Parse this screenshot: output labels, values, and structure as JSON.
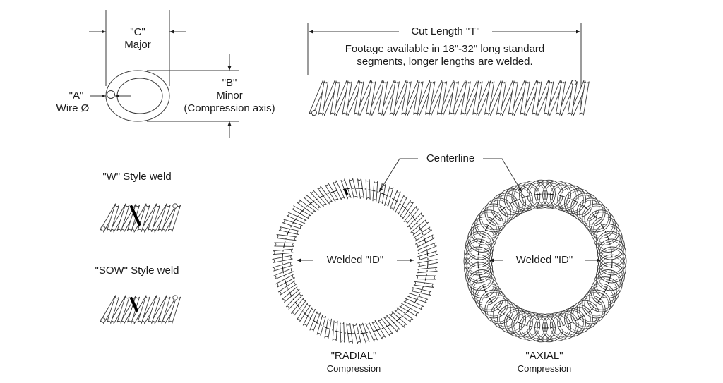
{
  "cross_section": {
    "c_label": "\"C\"",
    "c_desc": "Major",
    "b_label": "\"B\"",
    "b_desc": "Minor",
    "b_note": "(Compression axis)",
    "a_label": "\"A\"",
    "a_desc": "Wire Ø"
  },
  "cut_length": {
    "title": "Cut Length \"T\"",
    "note_line1": "Footage available in 18\"-32\" long standard",
    "note_line2": "segments, longer lengths are welded."
  },
  "welds": {
    "w_style": "\"W\" Style weld",
    "sow_style": "\"SOW\" Style weld"
  },
  "rings": {
    "centerline": "Centerline",
    "radial_id": "Welded \"ID\"",
    "radial_title": "\"RADIAL\"",
    "radial_sub": "Compression",
    "axial_id": "Welded \"ID\"",
    "axial_title": "\"AXIAL\"",
    "axial_sub": "Compression"
  },
  "colors": {
    "line": "#3a3a3a",
    "text": "#1a1a1a",
    "weld": "#000000"
  }
}
